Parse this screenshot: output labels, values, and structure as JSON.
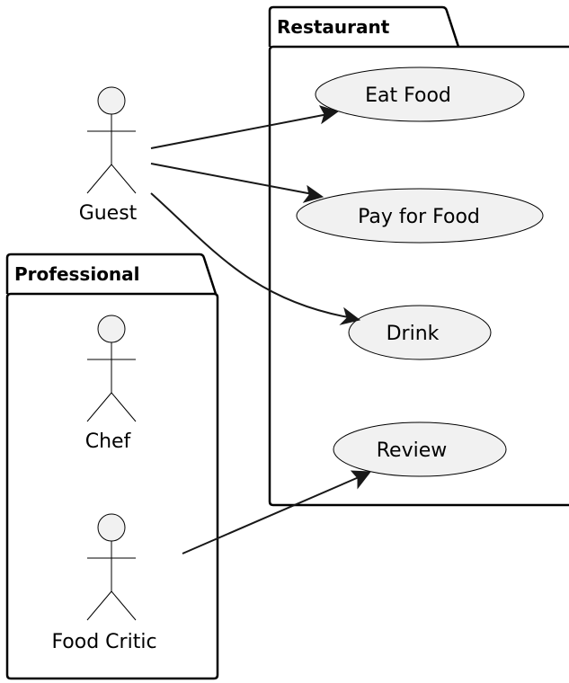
{
  "packages": {
    "restaurant": {
      "title": "Restaurant"
    },
    "professional": {
      "title": "Professional"
    }
  },
  "actors": {
    "guest": {
      "label": "Guest"
    },
    "chef": {
      "label": "Chef"
    },
    "food_critic": {
      "label": "Food Critic"
    }
  },
  "usecases": {
    "eat_food": {
      "label": "Eat Food"
    },
    "pay_for_food": {
      "label": "Pay for Food"
    },
    "drink": {
      "label": "Drink"
    },
    "review": {
      "label": "Review"
    }
  },
  "associations": [
    {
      "from": "Guest",
      "to": "Eat Food"
    },
    {
      "from": "Guest",
      "to": "Pay for Food"
    },
    {
      "from": "Guest",
      "to": "Drink"
    },
    {
      "from": "Food Critic",
      "to": "Review"
    }
  ],
  "colors": {
    "usecase_fill": "#f1f1f1",
    "actor_fill": "#f1f1f1",
    "stroke": "#000000",
    "arrow": "#181818",
    "background": "#ffffff"
  }
}
